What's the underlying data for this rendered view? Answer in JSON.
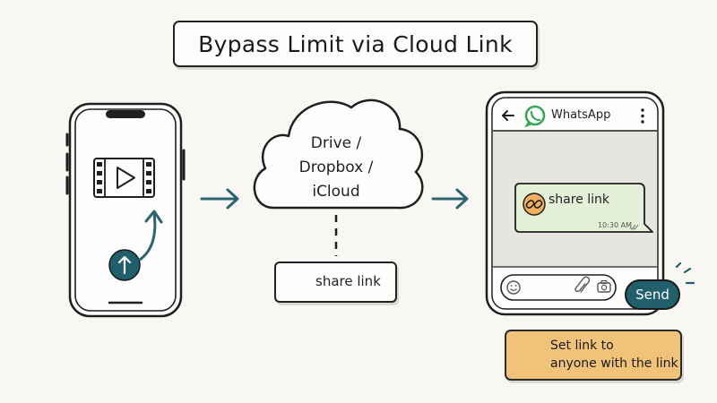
{
  "title": "Bypass Limit via Cloud Link",
  "cloud": {
    "lines": [
      "Drive /",
      "Dropbox /",
      "iCloud"
    ]
  },
  "link_card": {
    "label": "share link"
  },
  "whatsapp": {
    "app_name": "WhatsApp",
    "message": {
      "text": "share link",
      "time": "10:30 AM"
    },
    "send_label": "Send"
  },
  "tip": {
    "lines": [
      "Set link to",
      "anyone with the link"
    ]
  },
  "icons": {
    "video": "video-file-icon",
    "upload": "upload-arrow-icon",
    "link": "link-icon",
    "back": "back-arrow-icon",
    "whatsapp": "whatsapp-logo-icon",
    "menu": "kebab-menu-icon",
    "emoji": "emoji-icon",
    "attach": "paperclip-icon",
    "camera": "camera-icon",
    "tip": "lightbulb-icon"
  },
  "colors": {
    "accent_teal": "#205f6b",
    "link_orange": "#f0b060",
    "tip_bg": "#f1c27a",
    "bubble_green": "#e4f0d8",
    "chat_bg": "#e7e5df"
  }
}
